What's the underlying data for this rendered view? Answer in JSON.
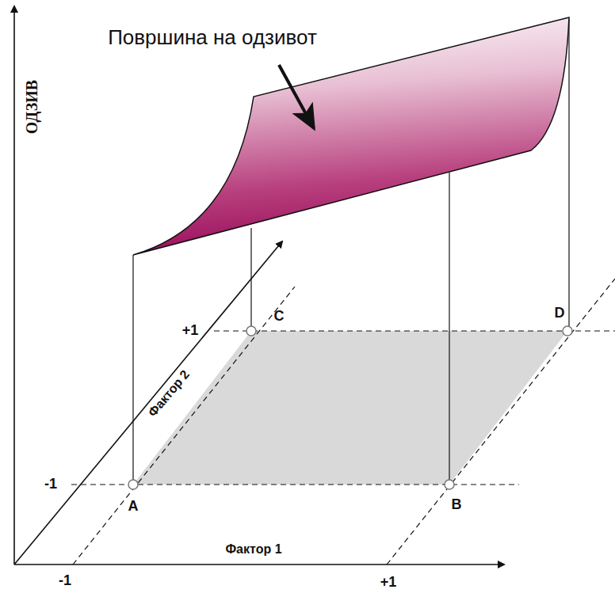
{
  "diagram": {
    "labels": [
      "Површина на одзивот",
      "ОДЗИВ",
      "+1",
      "C",
      "D",
      "Фактор 2",
      "-1",
      "A",
      "B",
      "Фактор 1",
      "-1",
      "+1"
    ]
  }
}
